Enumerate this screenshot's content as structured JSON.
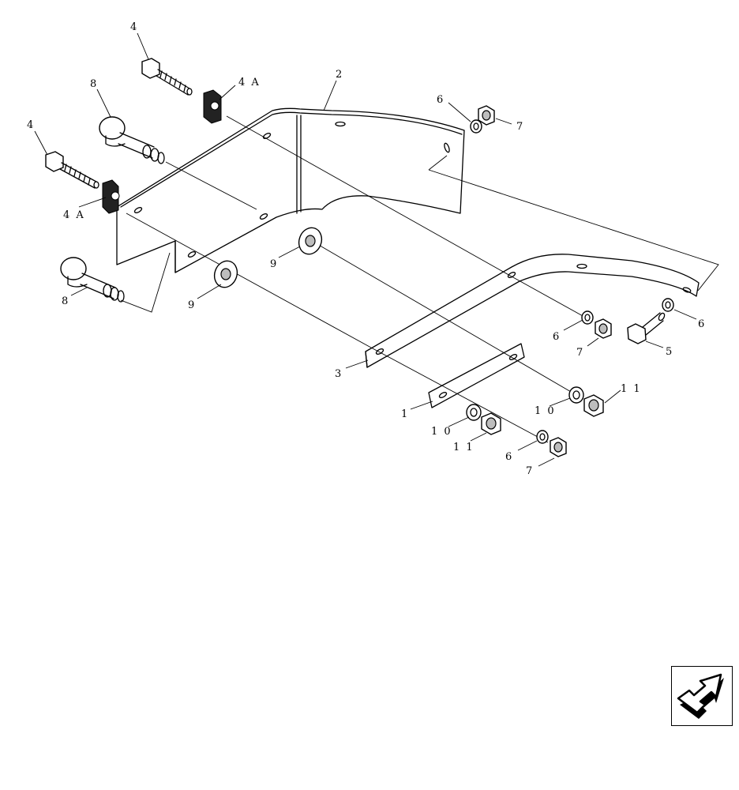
{
  "callouts": [
    {
      "id": "c4a",
      "text": "4"
    },
    {
      "id": "c8a",
      "text": "8"
    },
    {
      "id": "c4Aa",
      "text": "4 A"
    },
    {
      "id": "c2",
      "text": "2"
    },
    {
      "id": "c6a",
      "text": "6"
    },
    {
      "id": "c7a",
      "text": "7"
    },
    {
      "id": "c4b",
      "text": "4"
    },
    {
      "id": "c4Ab",
      "text": "4 A"
    },
    {
      "id": "c9a",
      "text": "9"
    },
    {
      "id": "c9b",
      "text": "9"
    },
    {
      "id": "c8b",
      "text": "8"
    },
    {
      "id": "c6b",
      "text": "6"
    },
    {
      "id": "c7b",
      "text": "7"
    },
    {
      "id": "c6c",
      "text": "6"
    },
    {
      "id": "c5",
      "text": "5"
    },
    {
      "id": "c3",
      "text": "3"
    },
    {
      "id": "c11a",
      "text": "1 1"
    },
    {
      "id": "c10a",
      "text": "1 0"
    },
    {
      "id": "c1",
      "text": "1"
    },
    {
      "id": "c10b",
      "text": "1 0"
    },
    {
      "id": "c11b",
      "text": "1 1"
    },
    {
      "id": "c6d",
      "text": "6"
    },
    {
      "id": "c7c",
      "text": "7"
    }
  ],
  "nav": {
    "icon": "arrow-next-icon"
  }
}
